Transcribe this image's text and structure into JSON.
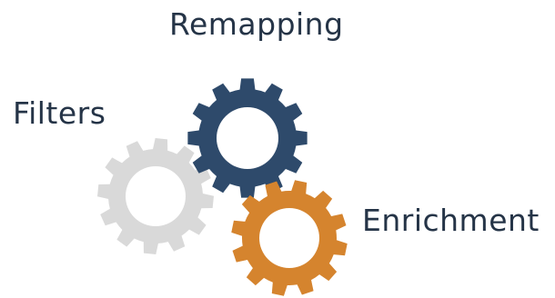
{
  "diagram": {
    "labels": {
      "remapping": "Remapping",
      "filters": "Filters",
      "enrichment": "Enrichment"
    },
    "gears": [
      {
        "name": "gray-gear",
        "color": "#d9d9d9",
        "associated_label": "Filters"
      },
      {
        "name": "navy-gear",
        "color": "#2e4a6b",
        "associated_label": "Remapping"
      },
      {
        "name": "orange-gear",
        "color": "#d5842e",
        "associated_label": "Enrichment"
      }
    ]
  }
}
